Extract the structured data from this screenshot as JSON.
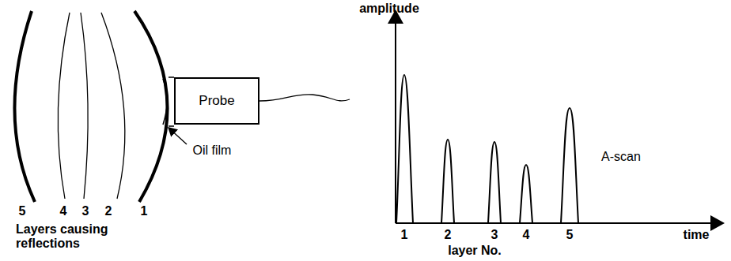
{
  "diagram": {
    "nodes": [
      {
        "text": [
          "Probe"
        ]
      }
    ],
    "labels": [
      "5",
      "4",
      "3",
      "2",
      "1",
      "Layers causing reflections",
      "Oil film",
      "amplitude",
      "1",
      "2",
      "3",
      "4",
      "5",
      "layer No.",
      "time",
      "A-scan"
    ]
  }
}
